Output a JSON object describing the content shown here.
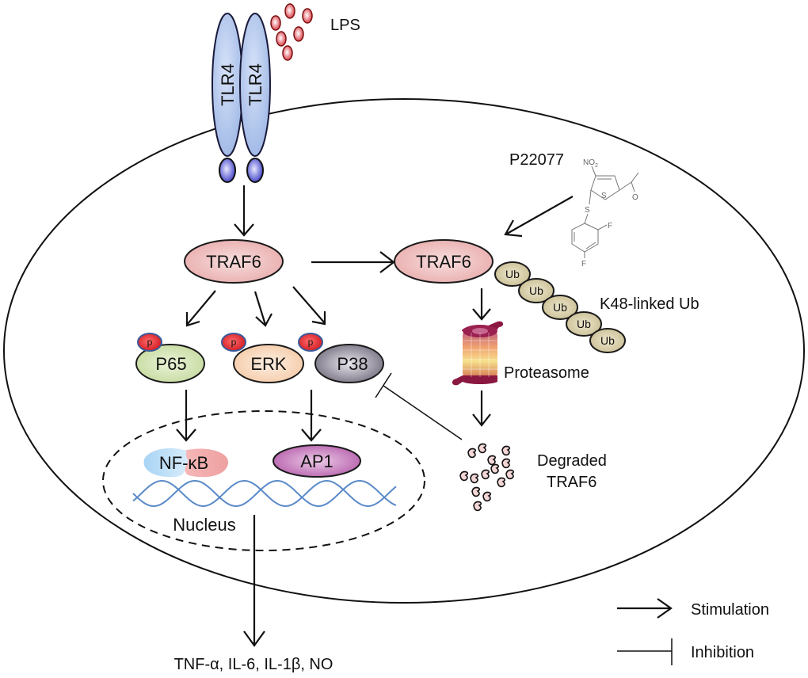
{
  "diagram": {
    "title": "P22077 promotes K48-linked ubiquitination and degradation of TRAF6, inhibiting LPS/TLR4 inflammatory signaling",
    "ligand": {
      "label": "LPS"
    },
    "receptors": [
      {
        "label": "TLR4"
      },
      {
        "label": "TLR4"
      }
    ],
    "drug": {
      "label": "P22077",
      "structure_atoms": {
        "no2": "NO",
        "no2_sub": "2",
        "s1": "S",
        "s2": "S",
        "f1": "F",
        "f2": "F",
        "o": "O"
      }
    },
    "nodes": {
      "traf6_left": {
        "label": "TRAF6",
        "color": "#f2c4c4"
      },
      "traf6_right": {
        "label": "TRAF6",
        "color": "#f2c4c4"
      },
      "p65": {
        "label": "P65",
        "color": "#d6e6b8"
      },
      "erk": {
        "label": "ERK",
        "color": "#fadcc4"
      },
      "p38": {
        "label": "P38",
        "color": "#9e9aa8"
      },
      "nfkb": {
        "label": "NF-κB"
      },
      "ap1": {
        "label": "AP1",
        "color": "#c77bc0"
      },
      "phospho": {
        "label": "p",
        "color": "#e8333c"
      }
    },
    "ubiquitin_chain": {
      "unit_label": "Ub",
      "count": 5,
      "label": "K48-linked Ub",
      "color": "#d8d0a8"
    },
    "proteasome": {
      "label": "Proteasome"
    },
    "degraded": {
      "label_line1": "Degraded",
      "label_line2": "TRAF6"
    },
    "nucleus": {
      "label": "Nucleus"
    },
    "outputs": {
      "label": "TNF-α, IL-6, IL-1β, NO"
    },
    "legend": {
      "stimulation": "Stimulation",
      "inhibition": "Inhibition"
    }
  }
}
